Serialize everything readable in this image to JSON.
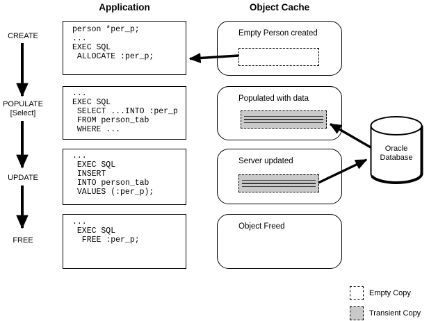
{
  "headers": {
    "application": "Application",
    "object_cache": "Object Cache"
  },
  "stages": [
    {
      "label": "CREATE",
      "sublabel": "",
      "code": [
        "person *per_p;",
        "...",
        "EXEC SQL",
        " ALLOCATE :per_p;"
      ],
      "cache_status": "Empty Person created",
      "copy": "empty"
    },
    {
      "label": "POPULATE",
      "sublabel": "[Select]",
      "code": [
        "...",
        "EXEC SQL",
        " SELECT ...INTO :per_p",
        " FROM person_tab",
        " WHERE ..."
      ],
      "cache_status": "Populated with data",
      "copy": "transient"
    },
    {
      "label": "UPDATE",
      "sublabel": "",
      "code": [
        "...",
        " EXEC SQL",
        " INSERT",
        " INTO person_tab",
        " VALUES (:per_p);"
      ],
      "cache_status": "Server updated",
      "copy": "transient"
    },
    {
      "label": "FREE",
      "sublabel": "",
      "code": [
        "...",
        " EXEC SQL",
        "  FREE :per_p;"
      ],
      "cache_status": "Object Freed",
      "copy": "none"
    }
  ],
  "database": {
    "line1": "Oracle",
    "line2": "Database"
  },
  "legend": {
    "empty": "Empty Copy",
    "transient": "Transient Copy"
  },
  "colors": {
    "stroke": "#000000",
    "transient_fill": "#c9c9c9",
    "background": "#ffffff"
  }
}
